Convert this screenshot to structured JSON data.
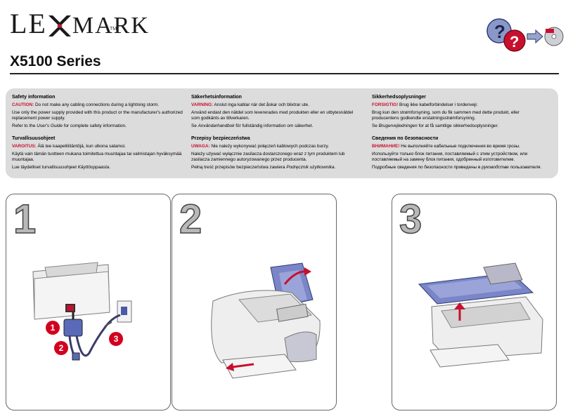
{
  "brand": {
    "logo_text": "LEXMARK",
    "logo_parts": [
      "LE",
      "MARK"
    ],
    "trademark": "TM"
  },
  "title": "X5100 Series",
  "safety": {
    "en": {
      "heading": "Safety information",
      "caution_label": "CAUTION:",
      "caution_text": " Do not make any cabling connections during a lightning storm.",
      "p1": "Use only the power supply provided with this product or the manufacturer's authorized replacement power supply.",
      "p2_pre": "Refer to the ",
      "p2_em": "User's Guide",
      "p2_post": " for complete safety information."
    },
    "sv": {
      "heading": "Säkerhetsinformation",
      "caution_label": "VARNING:",
      "caution_text": " Anslut inga kablar när det åskar och blixtrar ute.",
      "p1": "Använd endast den nätdel som levererades med produkten eller en utbytesnätdel som godkänts av tillverkaren.",
      "p2_pre": "Se ",
      "p2_em": "Användarhandbok",
      "p2_post": " för fullständig information om säkerhet."
    },
    "da": {
      "heading": "Sikkerhedsoplysninger",
      "caution_label": "FORSIGTIG!",
      "caution_text": " Brug ikke kabelforbindelser i tordenvejr.",
      "p1": "Brug kun den strømforsyning, som du fik sammen med dette produkt, eller producentens godkendte erstatningsstrømforsyning.",
      "p2_pre": "Se ",
      "p2_em": "Brugervejledningen",
      "p2_post": " for at få samtlige sikkerhedsoplysninger."
    },
    "fi": {
      "heading": "Turvallisuusohjeet",
      "caution_label": "VAROITUS:",
      "caution_text": " Älä tee kaapeliliitäntöjä, kun ulkona salamoi.",
      "p1": "Käytä vain tämän tuotteen mukana toimitettua muuntajaa tai valmistajan hyväksymää muuntajaa.",
      "p2_pre": "Lue täydelliset turvallisuusohjeet ",
      "p2_em": "Käyttöoppaasta",
      "p2_post": "."
    },
    "pl": {
      "heading": "Przepisy bezpieczeństwa",
      "caution_label": "UWAGA:",
      "caution_text": " Nie należy wykonywać połączeń kablowych podczas burzy.",
      "p1": "Należy używać wyłącznie zasilacza dostarczonego wraz z tym produktem lub zasilacza zamiennego autoryzowanego przez producenta.",
      "p2_pre": "Pełną treść przepisów bezpieczeństwa zawiera ",
      "p2_em": "Podręcznik użytkownika",
      "p2_post": "."
    },
    "ru": {
      "heading": "Сведения по безопасности",
      "caution_label": "ВНИМАНИЕ!",
      "caution_text": " Не выполняйте кабельные подключения во время грозы.",
      "p1": "Используйте только блок питания, поставляемый с этим устройством, или поставляемый на замену блок питания, одобренный изготовителем.",
      "p2_pre": "Подробные сведения по безопасности приведены в ",
      "p2_em": "руководстве пользователя",
      "p2_post": "."
    }
  },
  "steps": [
    {
      "number": "1",
      "callouts": [
        "1",
        "2",
        "3"
      ]
    },
    {
      "number": "2"
    },
    {
      "number": "3"
    }
  ],
  "colors": {
    "accent_red": "#c8102e",
    "callout_red": "#d2001e",
    "tray_blue": "#7b86c8",
    "panel_gray": "#dcdcdc"
  },
  "icons": [
    "help-question-icon",
    "cd-disc-icon",
    "arrow-right-icon"
  ]
}
